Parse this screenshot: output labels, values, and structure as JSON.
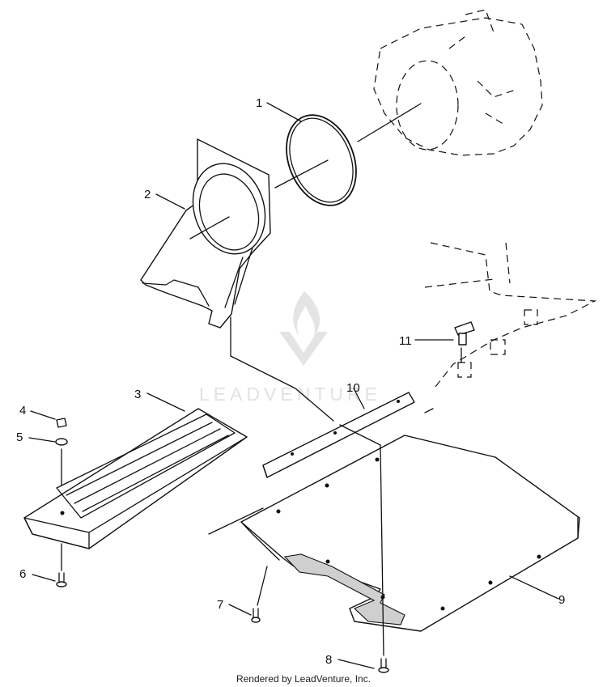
{
  "diagram": {
    "callouts": [
      "1",
      "2",
      "3",
      "4",
      "5",
      "6",
      "7",
      "8",
      "9",
      "10",
      "11"
    ],
    "watermark": "LEADVENTURE"
  },
  "footer": {
    "text": "Rendered by LeadVenture, Inc."
  },
  "colors": {
    "ink": "#111111",
    "watermark": "#e2e2e2",
    "shaded": "#cfcfcf",
    "background": "#ffffff"
  }
}
